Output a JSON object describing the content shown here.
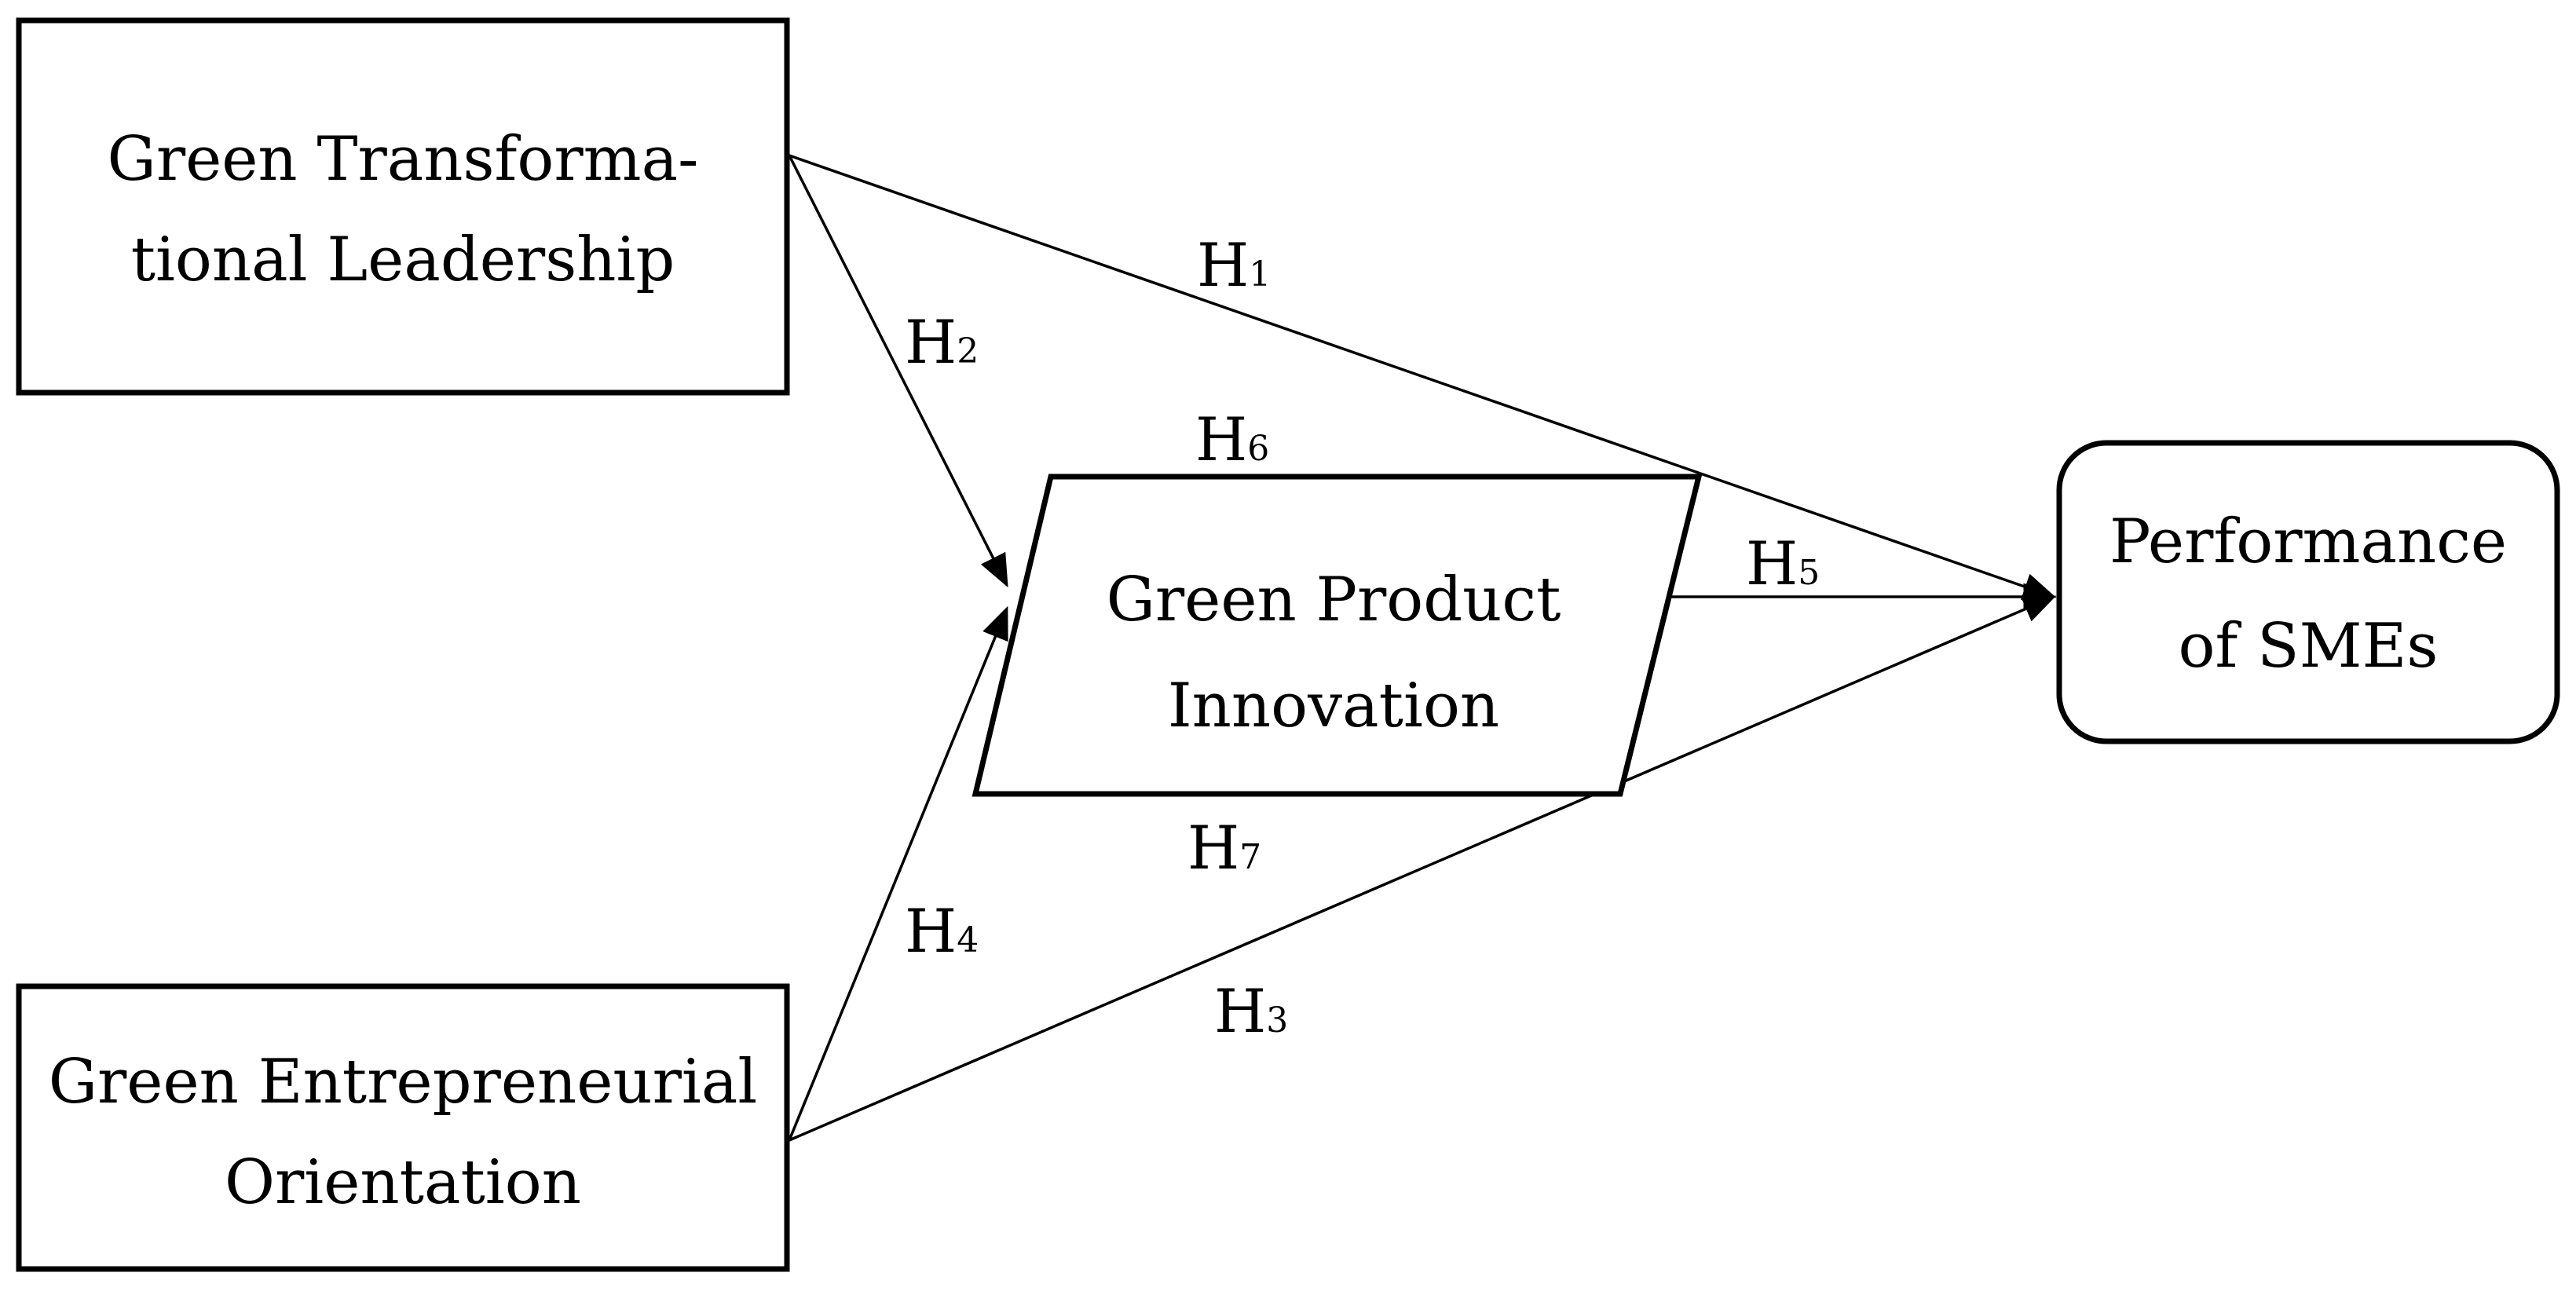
{
  "diagram": {
    "nodes": {
      "gtl": {
        "line1": "Green Transforma-",
        "line2": "tional Leadership"
      },
      "geo": {
        "line1": "Green Entrepreneurial",
        "line2": "Orientation"
      },
      "gpi": {
        "line1": "Green Product",
        "line2": "Innovation"
      },
      "perf": {
        "line1": "Performance",
        "line2": "of SMEs"
      }
    },
    "hypotheses": {
      "h1": {
        "letter": "H",
        "num": "1"
      },
      "h2": {
        "letter": "H",
        "num": "2"
      },
      "h3": {
        "letter": "H",
        "num": "3"
      },
      "h4": {
        "letter": "H",
        "num": "4"
      },
      "h5": {
        "letter": "H",
        "num": "5"
      },
      "h6": {
        "letter": "H",
        "num": "6"
      },
      "h7": {
        "letter": "H",
        "num": "7"
      }
    }
  }
}
